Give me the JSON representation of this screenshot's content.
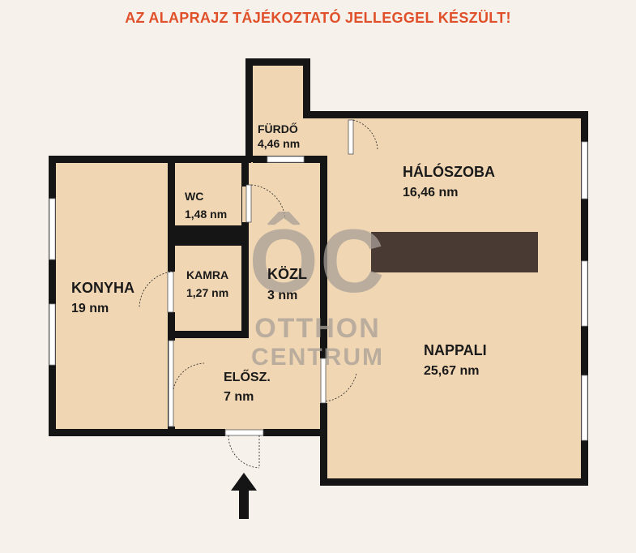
{
  "banner": {
    "text": "AZ ALAPRAJZ TÁJÉKOZTATÓ JELLEGGEL KÉSZÜLT!",
    "color": "#e0502a"
  },
  "colors": {
    "floor": "#f0d6b2",
    "wall": "#151515",
    "background": "#f6f1ea",
    "table": "#4a3a34",
    "watermark": "#a8a098"
  },
  "rooms": {
    "furdo": {
      "name": "FÜRDŐ",
      "area": "4,46 nm"
    },
    "haloszoba": {
      "name": "HÁLÓSZOBA",
      "area": "16,46 nm"
    },
    "wc": {
      "name": "WC",
      "area": "1,48 nm"
    },
    "kamra": {
      "name": "KAMRA",
      "area": "1,27 nm"
    },
    "konyha": {
      "name": "KONYHA",
      "area": "19 nm"
    },
    "kozl": {
      "name": "KÖZL",
      "area": "3 nm"
    },
    "nappali": {
      "name": "NAPPALI",
      "area": "25,67 nm"
    },
    "eloszoba": {
      "name": "ELŐSZ.",
      "area": "7 nm"
    }
  },
  "watermark": {
    "logo": "ÔC",
    "line1": "OTTHON",
    "line2": "CENTRUM"
  },
  "icons": {
    "entrance": "arrow-up-icon"
  }
}
